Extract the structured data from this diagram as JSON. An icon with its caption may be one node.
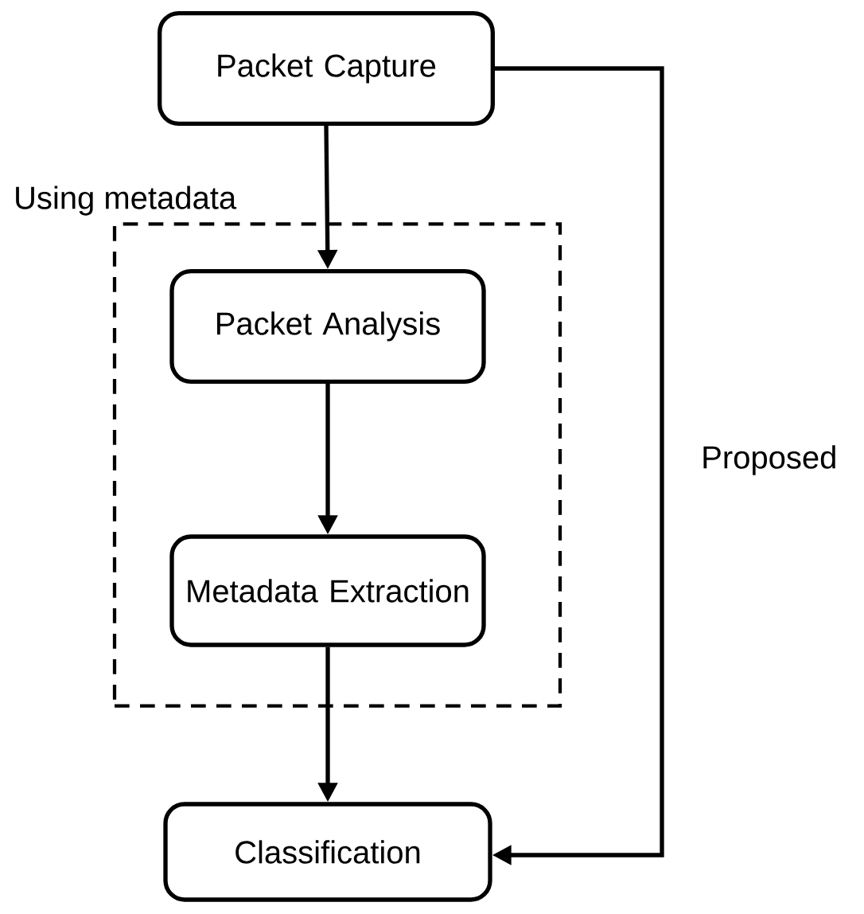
{
  "diagram": {
    "nodes": [
      {
        "text": [
          "Packet Capture"
        ]
      },
      {
        "text": [
          "Using metadata"
        ]
      },
      {
        "text": [
          "Packet Analysis"
        ],
        "in": 1
      },
      {
        "text": [
          "Metadata Extraction"
        ],
        "in": 1
      },
      {
        "text": [
          "Classification"
        ]
      }
    ],
    "edges": [
      {
        "from": 0,
        "to": 2,
        "arrow": "to"
      },
      {
        "from": 2,
        "to": 3,
        "arrow": "to"
      },
      {
        "from": 3,
        "to": 4,
        "arrow": "to"
      },
      {
        "from": 0,
        "to": 4,
        "arrow": "to",
        "label": "Proposed"
      }
    ]
  }
}
